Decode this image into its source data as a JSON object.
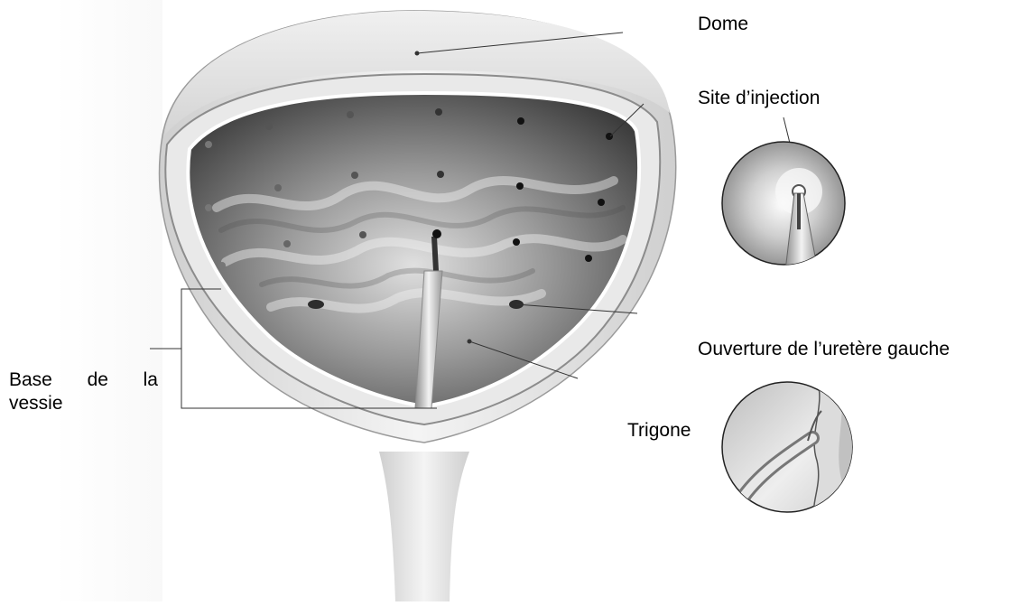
{
  "labels": {
    "dome": "Dome",
    "injection_site": "Site d’injection",
    "left_ureter_opening": "Ouverture de l’uretère gauche",
    "trigone": "Trigone",
    "bladder_base_line1": "Base de la",
    "bladder_base_line2": "vessie"
  },
  "colors": {
    "background": "#ffffff",
    "tissue_light": "#d9d9d9",
    "tissue_dark": "#3f3f3f",
    "leader_line": "#333333",
    "injection_dot": "#111111"
  }
}
